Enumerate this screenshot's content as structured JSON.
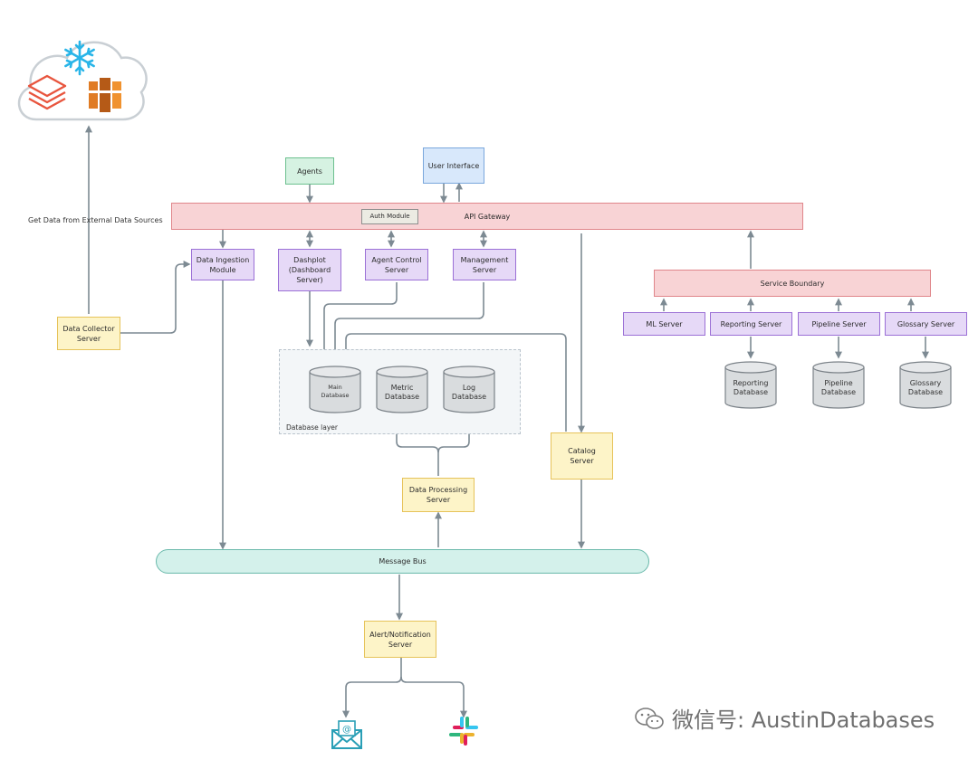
{
  "nodes": {
    "agents": "Agents",
    "user_interface": "User Interface",
    "api_gateway": "API Gateway",
    "auth_module": "Auth Module",
    "data_ingestion": "Data Ingestion\nModule",
    "dashplot": "Dashplot\n(Dashboard\nServer)",
    "agent_control": "Agent Control\nServer",
    "management": "Management\nServer",
    "data_collector": "Data Collector\nServer",
    "service_boundary": "Service Boundary",
    "ml_server": "ML Server",
    "reporting_server": "Reporting Server",
    "pipeline_server": "Pipeline Server",
    "glossary_server": "Glossary Server",
    "catalog_server": "Catalog\nServer",
    "data_processing": "Data Processing\nServer",
    "message_bus": "Message Bus",
    "alert_server": "Alert/Notification\nServer"
  },
  "databases": {
    "main": "Main\nDatabase",
    "metric": "Metric\nDatabase",
    "log": "Log\nDatabase",
    "reporting": "Reporting\nDatabase",
    "pipeline": "Pipeline\nDatabase",
    "glossary": "Glossary\nDatabase"
  },
  "labels": {
    "external_sources": "Get Data from External Data Sources",
    "database_layer": "Database layer"
  },
  "icons": {
    "cloud": "cloud-icon",
    "snowflake": "snowflake-icon",
    "databricks": "databricks-icon",
    "redshift": "redshift-icon",
    "email": "email-icon",
    "slack": "slack-icon"
  },
  "colors": {
    "arrow": "#7d8a93",
    "purple": "#e6d9f7",
    "yellow": "#fdf4c8",
    "pink": "#f8d3d5",
    "teal": "#d4f1eb",
    "snowflake": "#29b5e8",
    "databricks": "#e8553e",
    "redshift": "#e07b23"
  },
  "watermark": "微信号: AustinDatabases"
}
